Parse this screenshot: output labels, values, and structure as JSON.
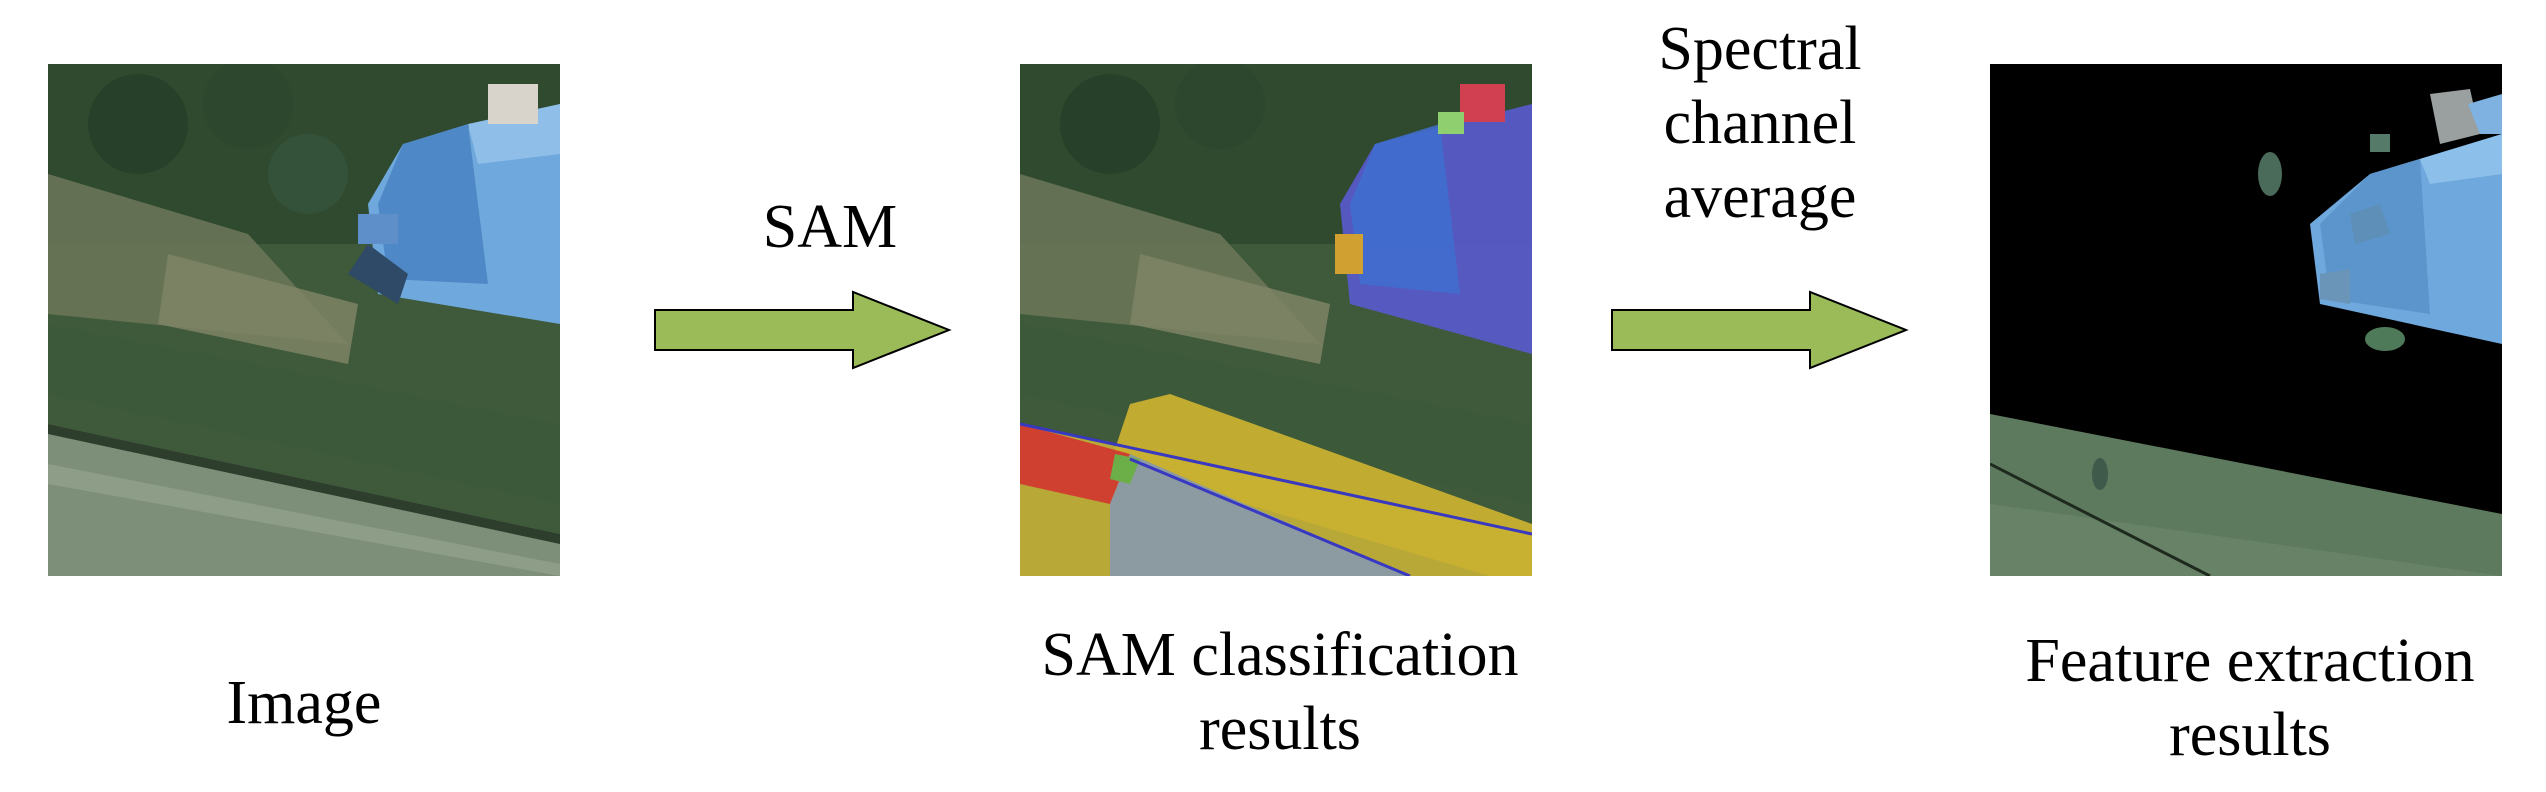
{
  "captions": {
    "image": [
      "Image"
    ],
    "sam_results": [
      "SAM classification",
      "results"
    ],
    "feature_results": [
      "Feature extraction",
      "results"
    ]
  },
  "arrows": {
    "first_label": [
      "SAM"
    ],
    "second_label": [
      "Spectral",
      "channel",
      "average"
    ]
  },
  "colors": {
    "arrow_fill": "#9bbb59",
    "arrow_stroke": "#000000",
    "roof_blue": "#6fa8dc",
    "vegetation": "#3f5f3a",
    "mask_yellow": "#c8b030",
    "mask_red": "#d04030",
    "mask_blue": "#5a5ad8",
    "feature_background": "#000000",
    "feature_field": "#5e7a5e"
  }
}
